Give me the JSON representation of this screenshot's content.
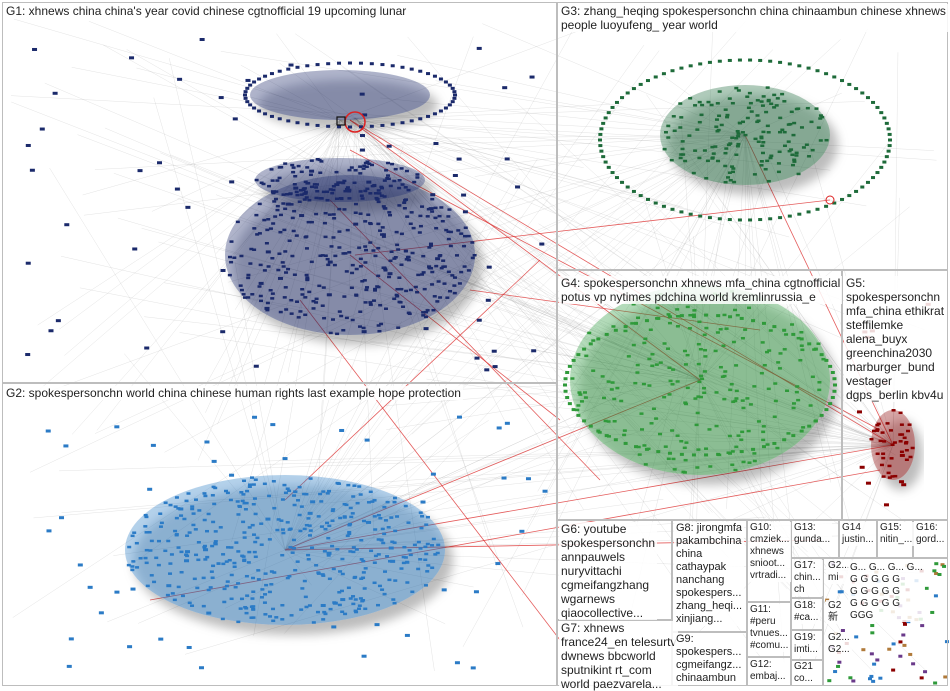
{
  "groups": [
    {
      "id": "G1",
      "text": "G1: xhnews china china's year covid chinese cgtnofficial 19 upcoming lunar",
      "color": "#1b2a6b"
    },
    {
      "id": "G2",
      "text": "G2: spokespersonchn world china chinese human rights last example hope protection",
      "color": "#2b7bc6"
    },
    {
      "id": "G3",
      "text": "G3: zhang_heqing spokespersonchn china chinaambun chinese xhnews\npeople luoyufeng_ year world",
      "color": "#1e6b3a"
    },
    {
      "id": "G4",
      "text": "G4: spokespersonchn xhnews mfa_china cgtnofficial\npotus vp nytimes pdchina world kremlinrussia_e",
      "color": "#2f9a3a"
    },
    {
      "id": "G5",
      "text": "G5:\nspokespersonchn\nmfa_china ethikrat\nsteffilemke\nalena_buyx\ngreenchina2030\nmarburger_bund\nvestager\ndgps_berlin kbv4u",
      "color": "#8b0000"
    },
    {
      "id": "G6",
      "text": "G6: youtube\nspokespersonchn\nannpauwels\nnuryvittachi\ncgmeifangzhang\nwgarnews\nqiaocollective...",
      "color": "#777777"
    },
    {
      "id": "G7",
      "text": "G7: xhnews\nfrance24_en telesurtv\ndwnews bbcworld\nsputnikint rt_com\nworld paezvarela...",
      "color": "#9a7a2a"
    },
    {
      "id": "G8",
      "text": "G8: jirongmfa\npakambchina\nchina\ncathaypak\nnanchang\nspokespers...\nzhang_heqi...\nxinjiang...",
      "color": "#b07a3a"
    },
    {
      "id": "G9",
      "text": "G9:\nspokespers...\ncgmeifangz...\nchinaambun",
      "color": "#c06030"
    },
    {
      "id": "G10",
      "text": "G10:\ncmziek...\nxhnews\nsnioot...\nvrtradi...",
      "color": "#6a3a8a"
    },
    {
      "id": "G11",
      "text": "G11:\n#peru\ntvnues...\n#comu...",
      "color": "#8a2a5a"
    },
    {
      "id": "G12",
      "text": "G12:\nembaj...",
      "color": "#5a5a5a"
    },
    {
      "id": "G13",
      "text": "G13:\ngunda...",
      "color": "#3a7aaa"
    },
    {
      "id": "G14",
      "text": "G14\njustin...",
      "color": "#2a8a6a"
    },
    {
      "id": "G15",
      "text": "G15:\nnitin_...",
      "color": "#6a8a2a"
    },
    {
      "id": "G16",
      "text": "G16:\ngord...",
      "color": "#aa6a2a"
    },
    {
      "id": "G17",
      "text": "G17:\nchin...\nch",
      "color": "#4a4aaa"
    },
    {
      "id": "G18",
      "text": "G18:\n#ca...",
      "color": "#aa3a3a"
    },
    {
      "id": "G19",
      "text": "G19:\nimti...",
      "color": "#3a8a3a"
    },
    {
      "id": "G20",
      "text": "G2...\nmi",
      "color": "#666"
    },
    {
      "id": "G21",
      "text": "G21\nco...",
      "color": "#666"
    },
    {
      "id": "G22",
      "text": "G2\n新",
      "color": "#666"
    },
    {
      "id": "G23",
      "text": "G2...\nG2...",
      "color": "#666"
    },
    {
      "id": "Gsmall",
      "text": "G... G... G... G...\nG G G G G\nG G G G G\nG G G G G\nGGG",
      "color": "#666"
    }
  ]
}
